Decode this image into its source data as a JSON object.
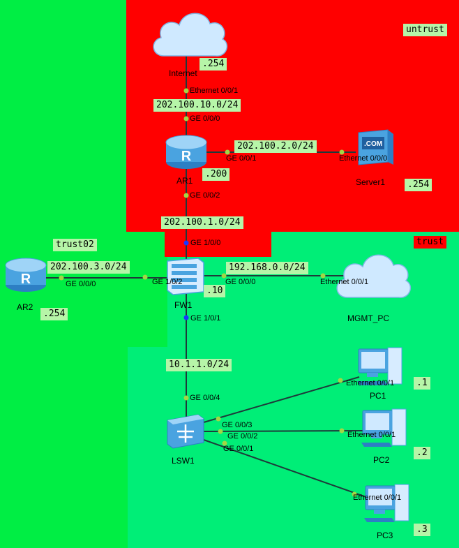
{
  "colors": {
    "untrust_zone": "#ff0000",
    "trust_zone": "#00ee77",
    "trust02_zone": "#00ee44",
    "label_bg": "#b6f5a8",
    "link": "#1e3a3a",
    "port_dot_green": "#a3d645",
    "port_dot_blue": "#1a35ff",
    "device_blue": "#4aa3e0"
  },
  "zones": {
    "untrust": "untrust",
    "trust": "trust",
    "trust02": "trust02"
  },
  "devices": {
    "internet": "Internet",
    "ar1": "AR1",
    "server1": "Server1",
    "fw1": "FW1",
    "ar2": "AR2",
    "mgmt_pc": "MGMT_PC",
    "lsw1": "LSW1",
    "pc1": "PC1",
    "pc2": "PC2",
    "pc3": "PC3"
  },
  "subnets": {
    "internet_ar1": "202.100.10.0/24",
    "ar1_server1": "202.100.2.0/24",
    "ar1_fw1": "202.100.1.0/24",
    "ar2_fw1": "202.100.3.0/24",
    "fw1_mgmt": "192.168.0.0/24",
    "fw1_lsw1": "10.1.1.0/24"
  },
  "host_ids": {
    "internet": ".254",
    "ar1": ".200",
    "server1": ".254",
    "ar2": ".254",
    "fw1": ".10",
    "pc1": ".1",
    "pc2": ".2",
    "pc3": ".3"
  },
  "ports": {
    "internet_e001": "Ethernet 0/0/1",
    "ar1_ge000": "GE 0/0/0",
    "ar1_ge001": "GE 0/0/1",
    "ar1_ge002": "GE 0/0/2",
    "server1_e000": "Ethernet 0/0/0",
    "fw1_ge100": "GE 1/0/0",
    "fw1_ge102": "GE 1/0/2",
    "fw1_ge000": "GE 0/0/0",
    "fw1_ge101": "GE 1/0/1",
    "ar2_ge000": "GE 0/0/0",
    "mgmt_e001": "Ethernet 0/0/1",
    "lsw1_ge004": "GE 0/0/4",
    "lsw1_ge003": "GE 0/0/3",
    "lsw1_ge002": "GE 0/0/2",
    "lsw1_ge001": "GE 0/0/1",
    "pc1_e001": "Ethernet 0/0/1",
    "pc2_e001": "Ethernet 0/0/1",
    "pc3_e001": "Ethernet 0/0/1"
  },
  "icons": {
    "cloud": "cloud-icon",
    "router": "router-icon",
    "server": "server-icon",
    "firewall": "firewall-icon",
    "switch": "switch-icon",
    "pc": "pc-icon"
  }
}
